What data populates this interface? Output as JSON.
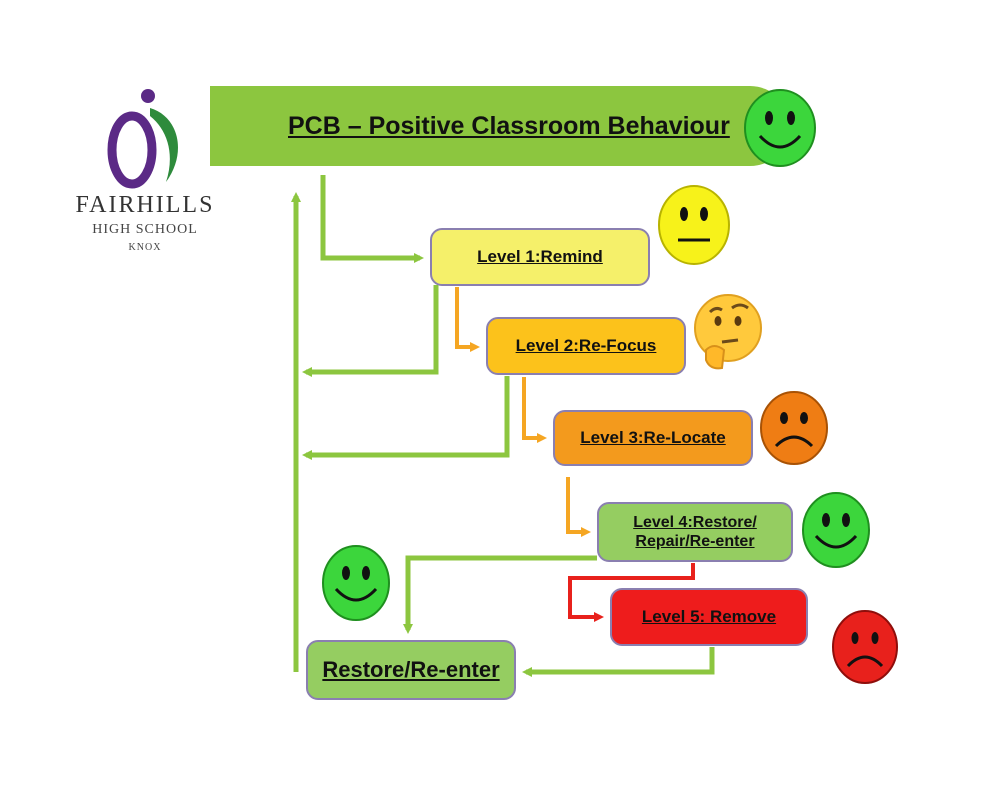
{
  "logo": {
    "name": "FAIRHILLS",
    "subtitle": "HIGH SCHOOL",
    "location": "KNOX"
  },
  "title": "PCB – Positive Classroom Behaviour",
  "levels": [
    {
      "label": "Level 1:Remind",
      "color": "#f5f06a",
      "face": "neutral-face-icon"
    },
    {
      "label": "Level 2:Re-Focus",
      "color": "#fcc21b",
      "face": "thinking-face-icon"
    },
    {
      "label": "Level 3:Re-Locate",
      "color": "#f39a1d",
      "face": "frowning-face-icon"
    },
    {
      "label_line1": "Level 4:Restore/",
      "label_line2": "Repair/Re-enter",
      "color": "#95cd61",
      "face": "smiling-face-icon"
    },
    {
      "label": "Level 5: Remove",
      "color": "#ee1c1c",
      "face": "sad-red-face-icon"
    }
  ],
  "restore": {
    "label": "Restore/Re-enter",
    "color": "#95cd61",
    "face": "smiling-face-icon"
  },
  "colors": {
    "green_arrow": "#8cc63f",
    "orange_arrow": "#f5a623",
    "red_arrow": "#e8211c",
    "logo_purple": "#5b2a86",
    "logo_green": "#2e8b3c"
  }
}
